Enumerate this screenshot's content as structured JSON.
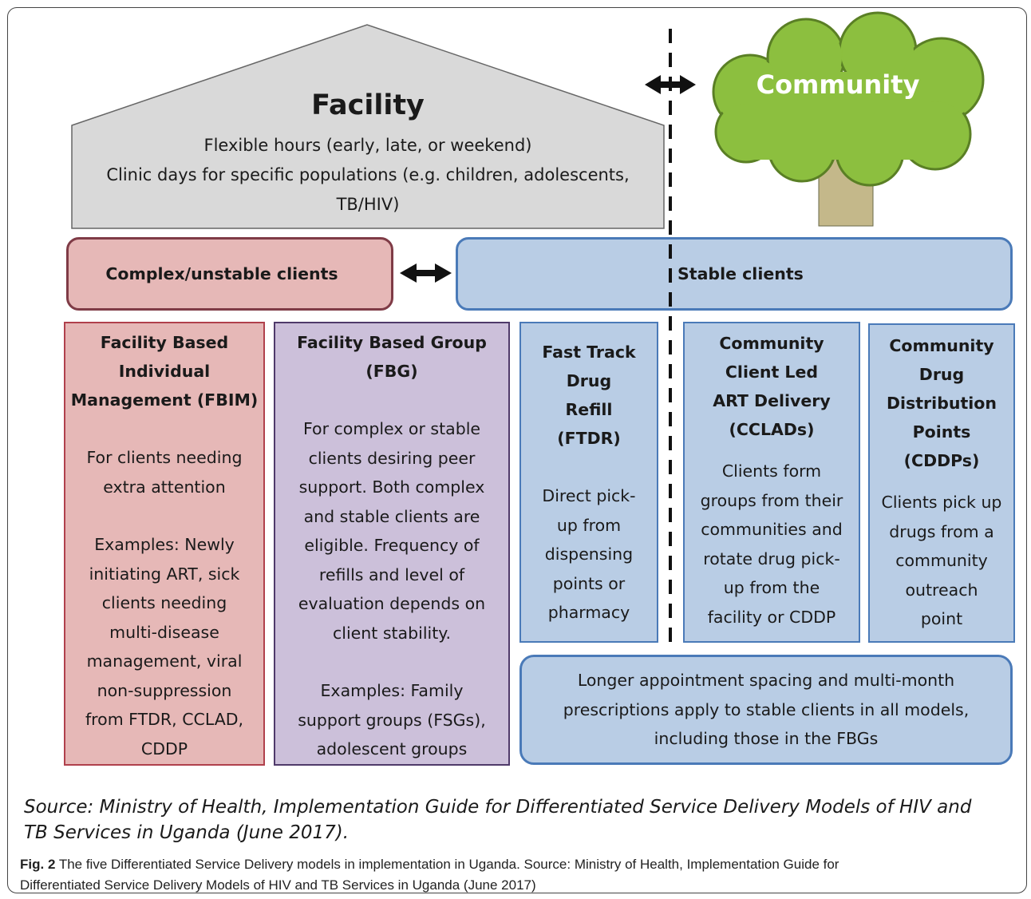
{
  "facility": {
    "title": "Facility",
    "line1": "Flexible hours (early, late, or weekend)",
    "line2": "Clinic days for specific populations (e.g. children, adolescents,",
    "line3": "TB/HIV)"
  },
  "community": {
    "title": "Community"
  },
  "complex_label": "Complex/unstable clients",
  "stable_label": "Stable clients",
  "fbim": {
    "title": [
      "Facility Based",
      "Individual",
      "Management (FBIM)"
    ],
    "body1": [
      "For clients needing",
      "extra attention"
    ],
    "body2": [
      "Examples: Newly",
      "initiating ART, sick",
      "clients needing",
      "multi-disease",
      "management, viral",
      "non-suppression",
      "from FTDR, CCLAD,",
      "CDDP"
    ]
  },
  "fbg": {
    "title": [
      "Facility Based Group",
      "(FBG)"
    ],
    "body1": [
      "For complex or stable",
      "clients desiring peer",
      "support. Both complex",
      "and stable clients are",
      "eligible. Frequency of",
      "refills and level of",
      "evaluation depends on",
      "client stability."
    ],
    "body2": [
      "Examples: Family",
      "support groups (FSGs),",
      "adolescent groups"
    ]
  },
  "ftdr": {
    "title": [
      "Fast Track",
      "Drug",
      "Refill",
      "(FTDR)"
    ],
    "body1": [
      "Direct pick-",
      "up from",
      "dispensing",
      "points or",
      "pharmacy"
    ]
  },
  "cclad": {
    "title": [
      "Community",
      "Client Led",
      "ART Delivery",
      "(CCLADs)"
    ],
    "body1": [
      "Clients form",
      "groups from their",
      "communities and",
      "rotate drug pick-",
      "up from the",
      "facility or CDDP"
    ]
  },
  "cddp": {
    "title": [
      "Community",
      "Drug",
      "Distribution",
      "Points",
      "(CDDPs)"
    ],
    "body1": [
      "Clients pick up",
      "drugs from a",
      "community",
      "outreach",
      "point"
    ]
  },
  "longer": [
    "Longer appointment spacing and multi-month",
    "prescriptions apply to stable clients in all models,",
    "including those in the FBGs"
  ],
  "source": [
    "Source: Ministry of Health, Implementation Guide for Differentiated Service Delivery Models of HIV and",
    "TB Services in Uganda (June 2017)."
  ],
  "caption": {
    "label": "Fig. 2",
    "text1": " The five Differentiated Service Delivery models in implementation in Uganda. Source: Ministry of Health, Implementation Guide for",
    "text2": "Differentiated Service Delivery Models of HIV and TB Services in Uganda (June 2017)"
  },
  "colors": {
    "facility_fill": "#d9d9d9",
    "tree_foliage": "#8cbf3f",
    "tree_trunk": "#c4b88a",
    "complex_fill": "#e6b8b7",
    "complex_border": "#7f3b46",
    "fbg_fill": "#ccc0da",
    "fbg_border": "#4f3a6a",
    "stable_fill": "#b9cde5",
    "stable_border": "#4a7ab8"
  }
}
